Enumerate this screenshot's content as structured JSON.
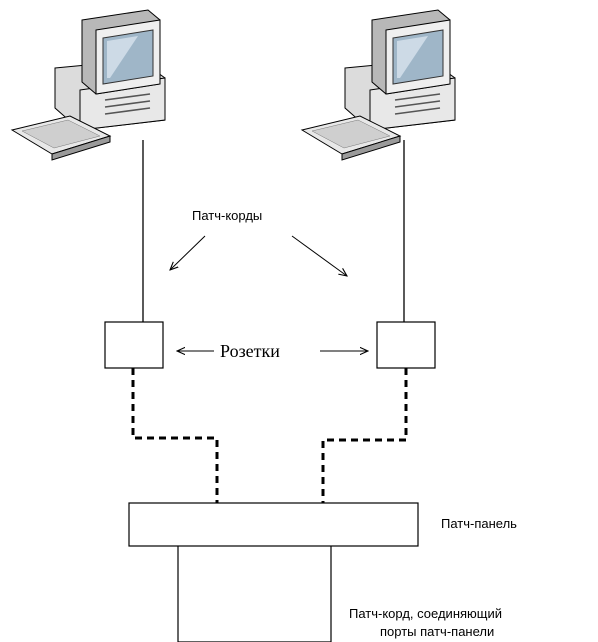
{
  "labels": {
    "patch_cords": "Патч-корды",
    "sockets": "Розетки",
    "patch_panel": "Патч-панель",
    "patch_cord_connecting_line1": "Патч-корд, соединяющий",
    "patch_cord_connecting_line2": "порты патч-панели"
  },
  "colors": {
    "line": "#000000",
    "monitor_body": "#e6e6e6",
    "monitor_dark": "#8c8c8c",
    "screen": "#9fb6c8",
    "screen_glare": "#d8e4ee",
    "case": "#e0e0e0",
    "keyboard": "#e8e8e8"
  },
  "icons": [
    "computer-left-icon",
    "computer-right-icon"
  ]
}
